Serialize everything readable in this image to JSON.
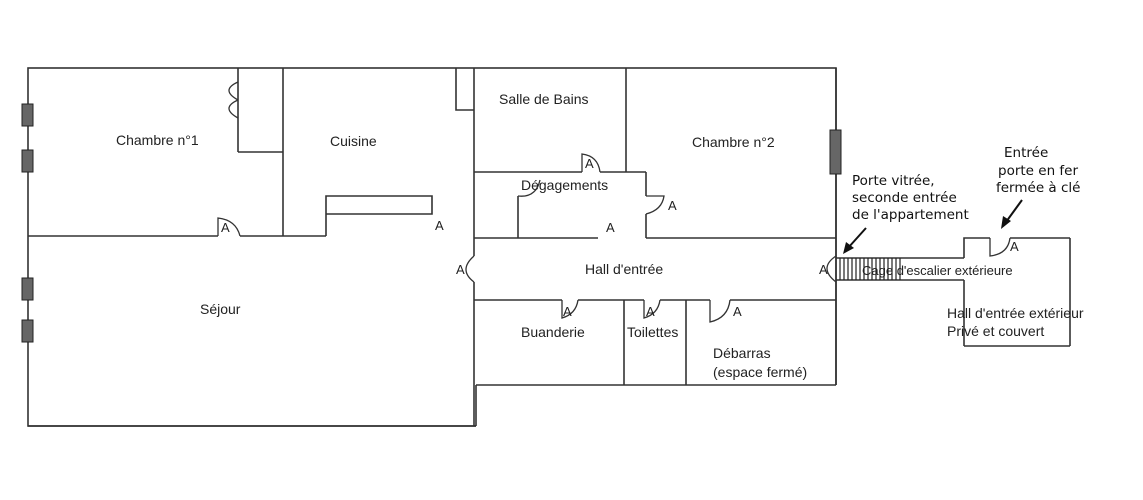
{
  "rooms": {
    "chambre1": "Chambre n°1",
    "cuisine": "Cuisine",
    "salle_de_bains": "Salle de Bains",
    "chambre2": "Chambre n°2",
    "degagements": "Dégagements",
    "hall_entree": "Hall d'entrée",
    "sejour": "Séjour",
    "buanderie": "Buanderie",
    "toilettes": "Toilettes",
    "debarras": "Débarras",
    "debarras_note": "(espace fermé)",
    "cage_escalier": "Cage d'escalier extérieure",
    "hall_ext_line1": "Hall d'entrée extérieur",
    "hall_ext_line2": "Privé et couvert"
  },
  "annotations": {
    "porte_vitree": [
      "Porte vitrée,",
      "seconde entrée",
      "de l'appartement"
    ],
    "entree_fer": [
      "Entrée",
      "porte en fer",
      "fermée à clé"
    ]
  },
  "door_marker": "A"
}
